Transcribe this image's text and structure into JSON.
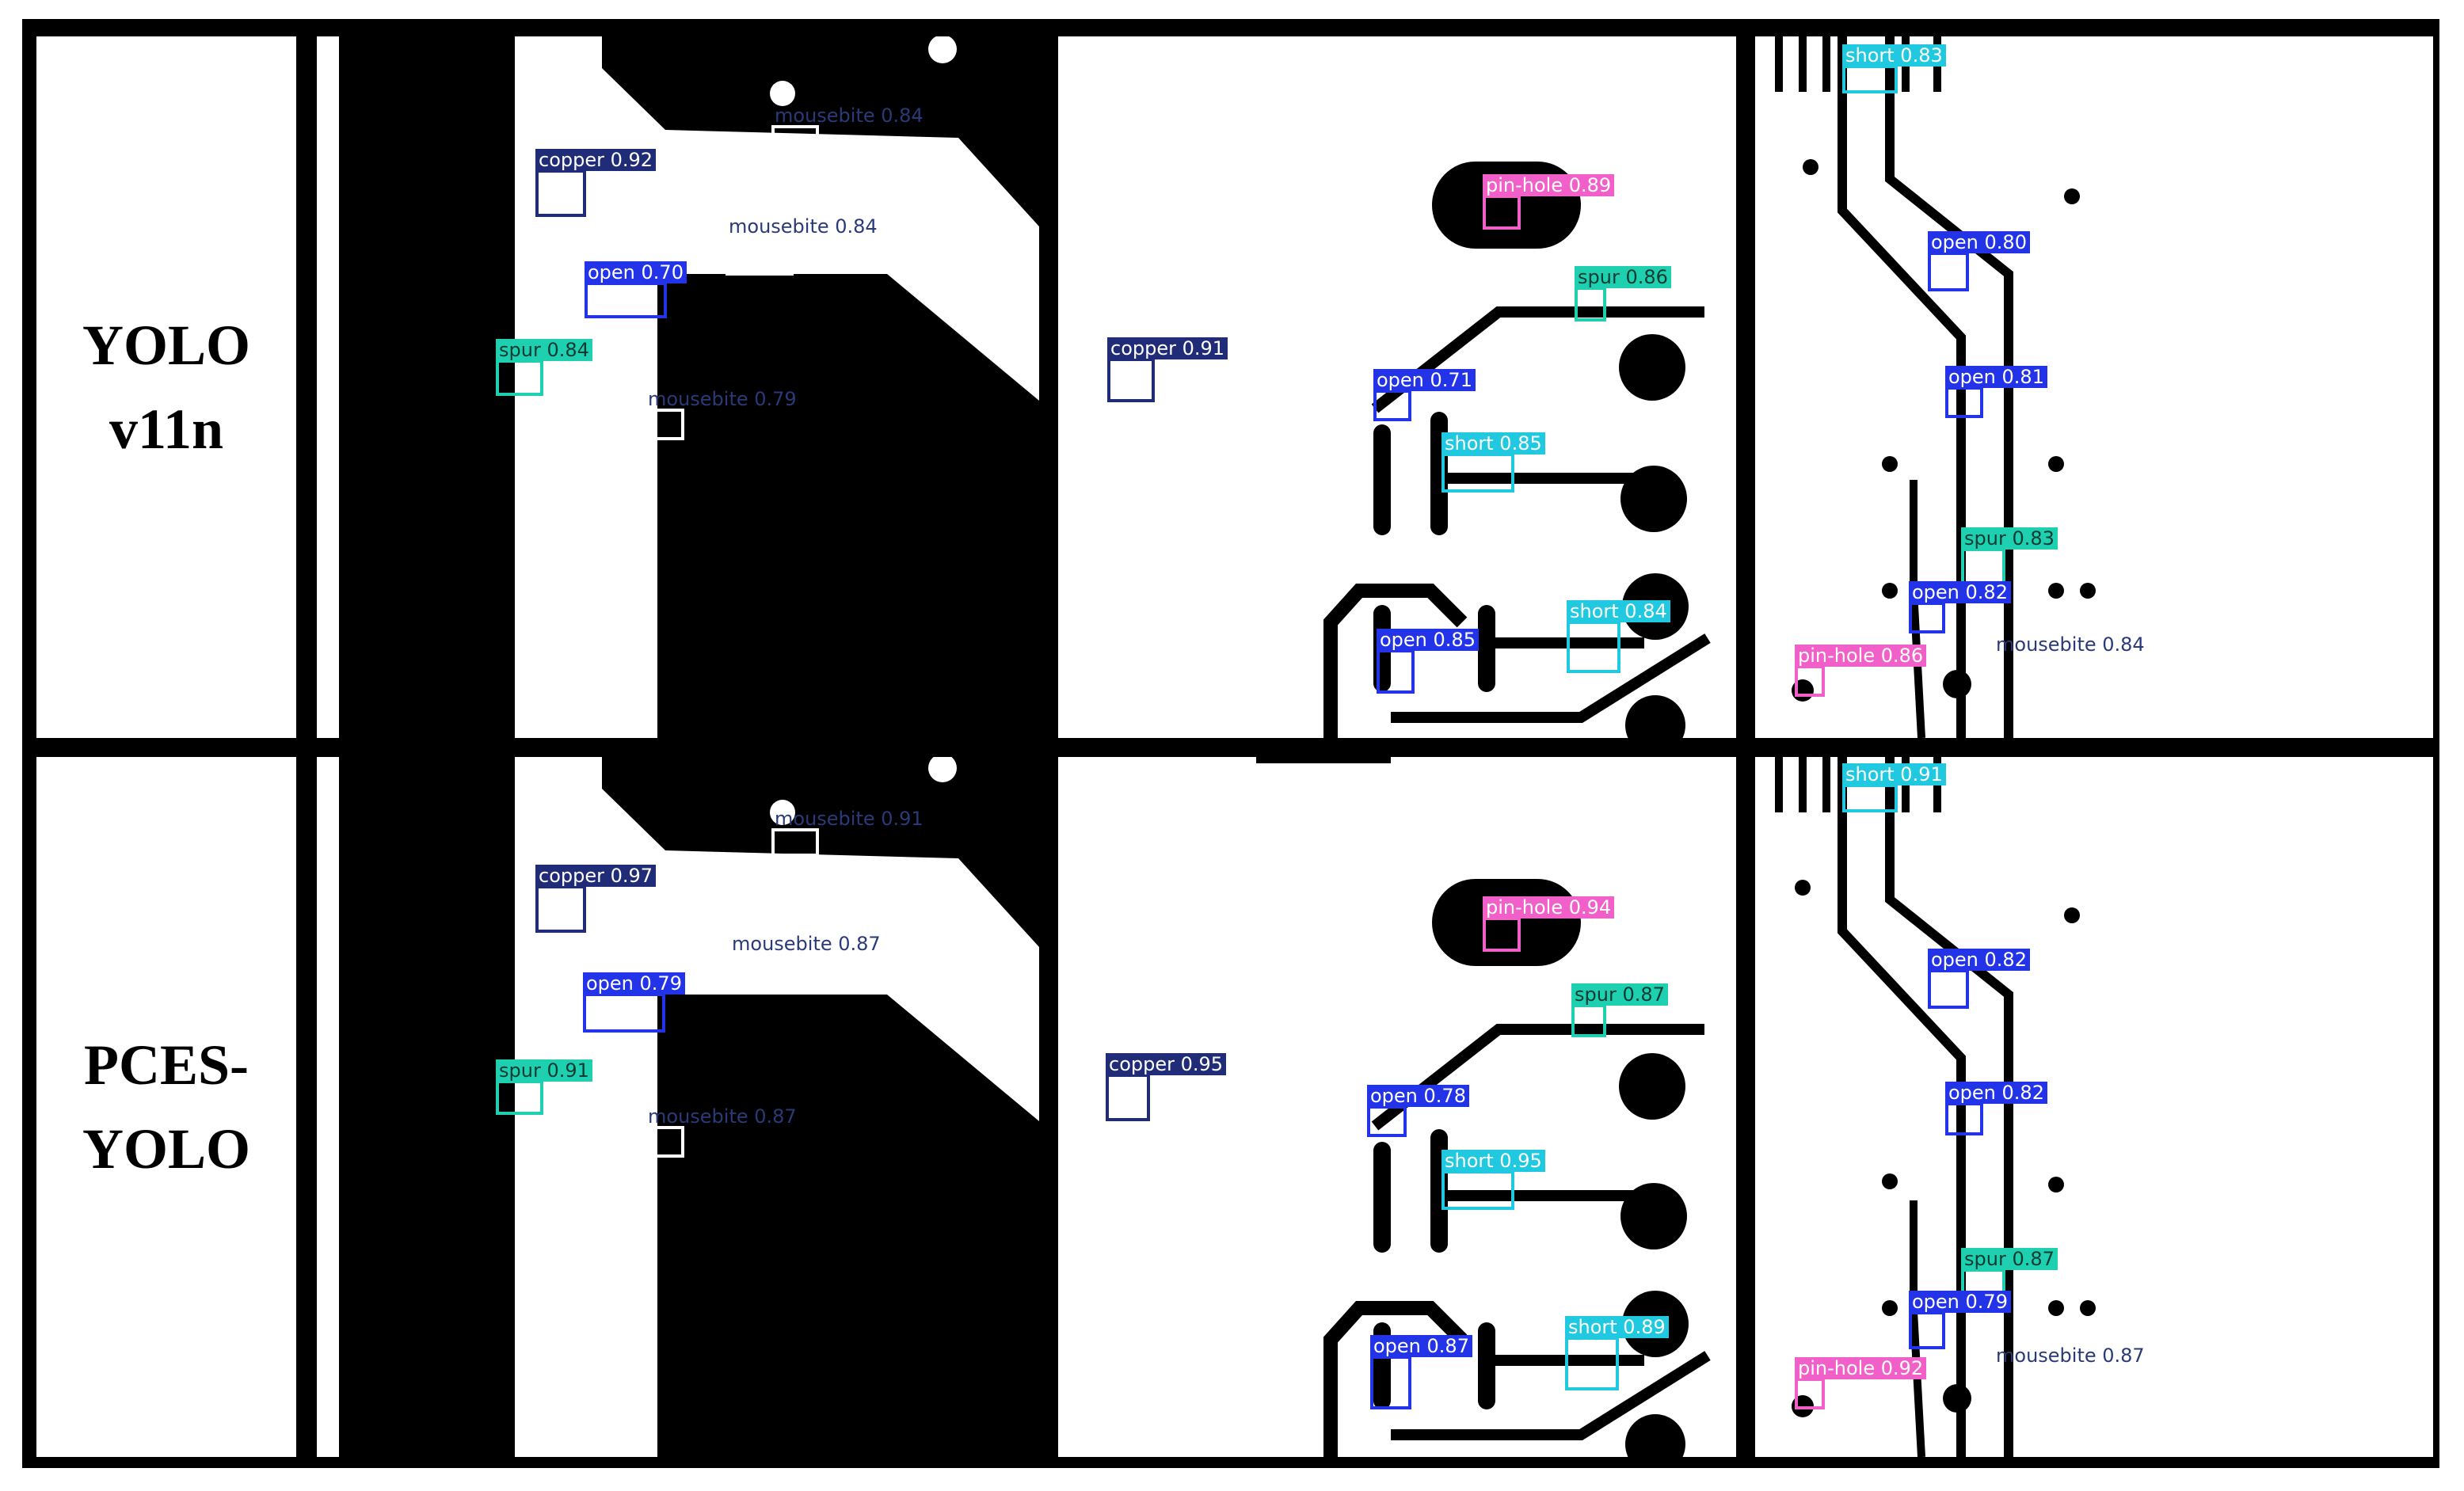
{
  "row_labels": [
    "YOLO\nv11n",
    "PCES-\nYOLO"
  ],
  "classes": {
    "copper": {
      "color": "#202c78",
      "text": "#ffffff",
      "plain": false
    },
    "open": {
      "color": "#2233e8",
      "text": "#ffffff",
      "plain": false
    },
    "spur": {
      "color": "#1fd0b0",
      "text": "#0a3b33",
      "plain": false
    },
    "short": {
      "color": "#20c8e0",
      "text": "#ffffff",
      "plain": false
    },
    "pin-hole": {
      "color": "#f060c8",
      "text": "#ffffff",
      "plain": false
    },
    "mousebite": {
      "color": "#ffffff",
      "text": "#2a3a78",
      "plain": true
    }
  },
  "detections": [
    {
      "row": 0,
      "panel": 0,
      "label": "mousebite 0.84",
      "cls": "mousebite",
      "box": true
    },
    {
      "row": 0,
      "panel": 0,
      "label": "copper 0.92",
      "cls": "copper",
      "box": true
    },
    {
      "row": 0,
      "panel": 0,
      "label": "mousebite 0.84",
      "cls": "mousebite",
      "box": true
    },
    {
      "row": 0,
      "panel": 0,
      "label": "open 0.70",
      "cls": "open",
      "box": true
    },
    {
      "row": 0,
      "panel": 0,
      "label": "spur 0.84",
      "cls": "spur",
      "box": true
    },
    {
      "row": 0,
      "panel": 0,
      "label": "mousebite 0.79",
      "cls": "mousebite",
      "box": true
    },
    {
      "row": 0,
      "panel": 1,
      "label": "pin-hole 0.89",
      "cls": "pin-hole",
      "box": true
    },
    {
      "row": 0,
      "panel": 1,
      "label": "spur 0.86",
      "cls": "spur",
      "box": true
    },
    {
      "row": 0,
      "panel": 1,
      "label": "copper 0.91",
      "cls": "copper",
      "box": true
    },
    {
      "row": 0,
      "panel": 1,
      "label": "open 0.71",
      "cls": "open",
      "box": true
    },
    {
      "row": 0,
      "panel": 1,
      "label": "short 0.85",
      "cls": "short",
      "box": true
    },
    {
      "row": 0,
      "panel": 1,
      "label": "short 0.84",
      "cls": "short",
      "box": true
    },
    {
      "row": 0,
      "panel": 1,
      "label": "open 0.85",
      "cls": "open",
      "box": true
    },
    {
      "row": 0,
      "panel": 2,
      "label": "short 0.83",
      "cls": "short",
      "box": true
    },
    {
      "row": 0,
      "panel": 2,
      "label": "open 0.80",
      "cls": "open",
      "box": true
    },
    {
      "row": 0,
      "panel": 2,
      "label": "open 0.81",
      "cls": "open",
      "box": true
    },
    {
      "row": 0,
      "panel": 2,
      "label": "spur 0.83",
      "cls": "spur",
      "box": true
    },
    {
      "row": 0,
      "panel": 2,
      "label": "open 0.82",
      "cls": "open",
      "box": true
    },
    {
      "row": 0,
      "panel": 2,
      "label": "pin-hole 0.86",
      "cls": "pin-hole",
      "box": true
    },
    {
      "row": 0,
      "panel": 2,
      "label": "mousebite 0.84",
      "cls": "mousebite",
      "box": false
    },
    {
      "row": 1,
      "panel": 0,
      "label": "mousebite 0.91",
      "cls": "mousebite",
      "box": true
    },
    {
      "row": 1,
      "panel": 0,
      "label": "copper 0.97",
      "cls": "copper",
      "box": true
    },
    {
      "row": 1,
      "panel": 0,
      "label": "mousebite 0.87",
      "cls": "mousebite",
      "box": true
    },
    {
      "row": 1,
      "panel": 0,
      "label": "open 0.79",
      "cls": "open",
      "box": true
    },
    {
      "row": 1,
      "panel": 0,
      "label": "spur 0.91",
      "cls": "spur",
      "box": true
    },
    {
      "row": 1,
      "panel": 0,
      "label": "mousebite 0.87",
      "cls": "mousebite",
      "box": true
    },
    {
      "row": 1,
      "panel": 1,
      "label": "pin-hole 0.94",
      "cls": "pin-hole",
      "box": true
    },
    {
      "row": 1,
      "panel": 1,
      "label": "spur 0.87",
      "cls": "spur",
      "box": true
    },
    {
      "row": 1,
      "panel": 1,
      "label": "copper 0.95",
      "cls": "copper",
      "box": true
    },
    {
      "row": 1,
      "panel": 1,
      "label": "open 0.78",
      "cls": "open",
      "box": true
    },
    {
      "row": 1,
      "panel": 1,
      "label": "short 0.95",
      "cls": "short",
      "box": true
    },
    {
      "row": 1,
      "panel": 1,
      "label": "short 0.89",
      "cls": "short",
      "box": true
    },
    {
      "row": 1,
      "panel": 1,
      "label": "open 0.87",
      "cls": "open",
      "box": true
    },
    {
      "row": 1,
      "panel": 2,
      "label": "short 0.91",
      "cls": "short",
      "box": true
    },
    {
      "row": 1,
      "panel": 2,
      "label": "open 0.82",
      "cls": "open",
      "box": true
    },
    {
      "row": 1,
      "panel": 2,
      "label": "open 0.82",
      "cls": "open",
      "box": true
    },
    {
      "row": 1,
      "panel": 2,
      "label": "spur 0.87",
      "cls": "spur",
      "box": true
    },
    {
      "row": 1,
      "panel": 2,
      "label": "open 0.79",
      "cls": "open",
      "box": true
    },
    {
      "row": 1,
      "panel": 2,
      "label": "pin-hole 0.92",
      "cls": "pin-hole",
      "box": true
    },
    {
      "row": 1,
      "panel": 2,
      "label": "mousebite 0.87",
      "cls": "mousebite",
      "box": false
    }
  ]
}
